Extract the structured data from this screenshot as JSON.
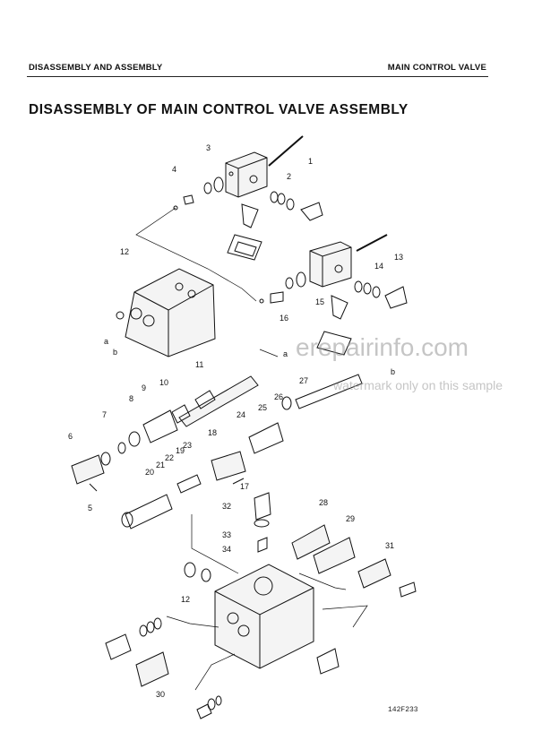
{
  "header": {
    "left": "DISASSEMBLY AND ASSEMBLY",
    "right": "MAIN CONTROL VALVE"
  },
  "title": "DISASSEMBLY OF MAIN CONTROL VALVE ASSEMBLY",
  "watermark": {
    "site": "erepairinfo.com",
    "note": "watermark only on this sample"
  },
  "figure_code": "142F233",
  "callouts": [
    "1",
    "2",
    "3",
    "4",
    "5",
    "6",
    "7",
    "8",
    "9",
    "10",
    "11",
    "12",
    "13",
    "14",
    "15",
    "16",
    "17",
    "18",
    "19",
    "20",
    "21",
    "22",
    "23",
    "24",
    "25",
    "26",
    "27",
    "28",
    "29",
    "30",
    "31",
    "32",
    "33",
    "34",
    "12"
  ],
  "letter_callouts": [
    "a",
    "b",
    "a",
    "b"
  ]
}
